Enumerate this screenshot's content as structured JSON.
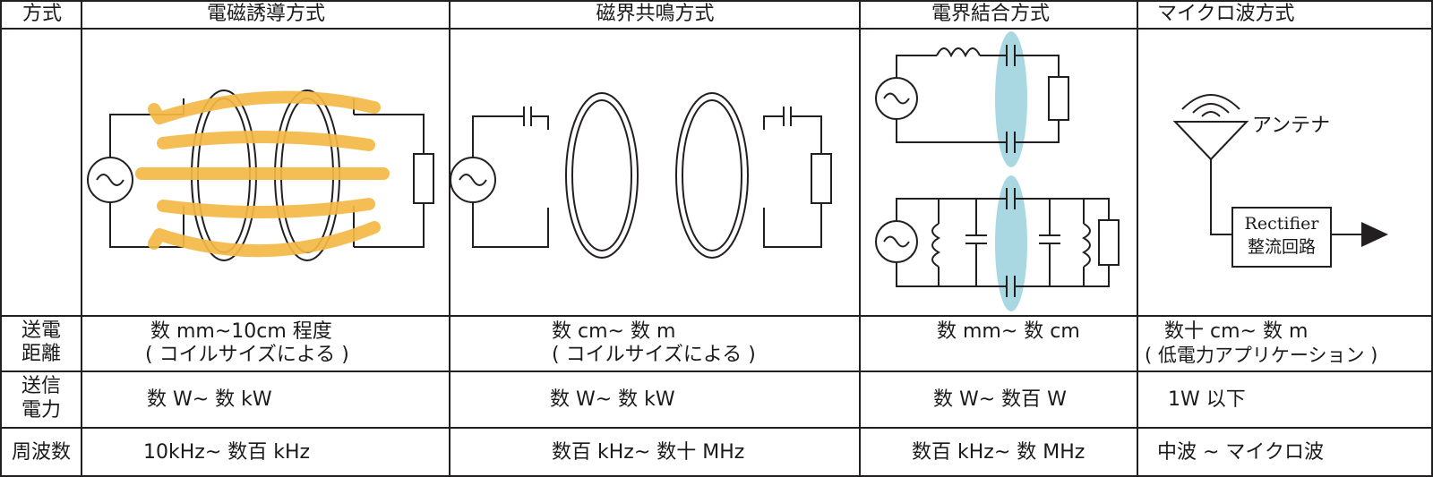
{
  "headers": {
    "method": "方式",
    "col1": "電磁誘導方式",
    "col2": "磁界共鳴方式",
    "col3": "電界結合方式",
    "col4": "マイクロ波方式"
  },
  "rows": {
    "distance": {
      "label_line1": "送電",
      "label_line2": "距離",
      "col1_line1": "数 mm~10cm 程度",
      "col1_line2": "( コイルサイズによる )",
      "col2_line1": "数 cm~ 数 m",
      "col2_line2": "( コイルサイズによる )",
      "col3": "数 mm~ 数 cm",
      "col4_line1": "数十 cm~ 数 m",
      "col4_line2": "( 低電力アプリケーション )"
    },
    "power": {
      "label_line1": "送信",
      "label_line2": "電力",
      "col1": "数 W~ 数 kW",
      "col2": "数 W~ 数 kW",
      "col3": "数 W~ 数百 W",
      "col4": "1W 以下"
    },
    "frequency": {
      "label": "周波数",
      "col1": "10kHz~ 数百 kHz",
      "col2": "数百 kHz~ 数十 MHz",
      "col3": "数百 kHz~ 数 MHz",
      "col4": "中波 ~ マイクロ波"
    }
  },
  "diagram": {
    "antenna_label": "アンテナ",
    "rectifier_line1": "Rectifier",
    "rectifier_line2": "整流回路"
  },
  "colors": {
    "flux_arrow": "#f5b947",
    "coupling_field": "#a9d8e2",
    "line": "#231f20"
  }
}
